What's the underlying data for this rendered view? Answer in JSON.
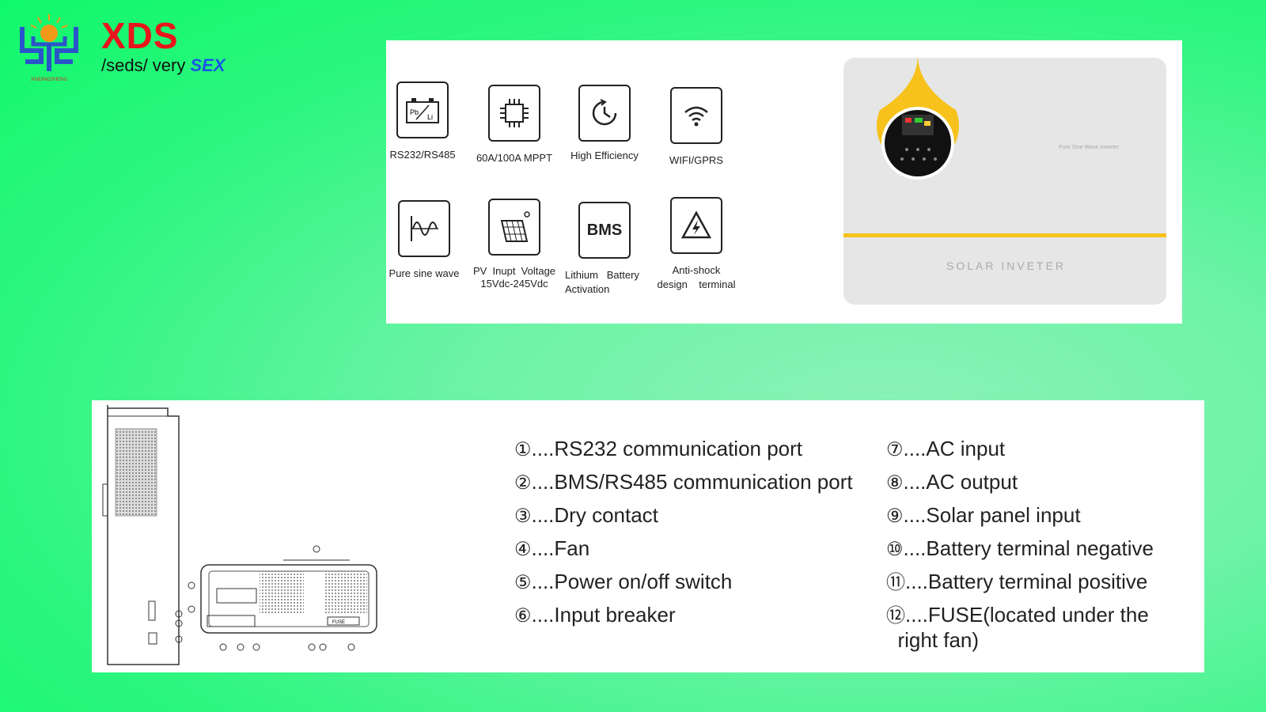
{
  "brand": {
    "name": "XDS",
    "tagline_plain": "/seds/ very ",
    "tagline_emph": "SEX",
    "logo_caption": "XINDINGSHENG"
  },
  "features": [
    {
      "icon": "battery-pb-li-icon",
      "label": "RS232/RS485"
    },
    {
      "icon": "chip-mppt-icon",
      "label": "60A/100A MPPT"
    },
    {
      "icon": "clock-efficiency-icon",
      "label": "High   Efficiency"
    },
    {
      "icon": "wifi-icon",
      "label": "WIFI/GPRS"
    },
    {
      "icon": "sine-wave-icon",
      "label": "Pure  sine  wave"
    },
    {
      "icon": "solar-panel-icon",
      "label": "PV  Inupt  Voltage\n15Vdc-245Vdc"
    },
    {
      "icon": "bms-icon",
      "label": "Lithium   Battery\nActivation",
      "icon_text": "BMS"
    },
    {
      "icon": "high-voltage-icon",
      "label": "Anti-shock\ndesign    terminal"
    }
  ],
  "inverter": {
    "name_label": "SOLAR  INVETER",
    "small_label": "Pure Sine Wave Inverter",
    "accent": "#f6c21b"
  },
  "ports_left": [
    {
      "num": "①",
      "text": "....RS232 communication port"
    },
    {
      "num": "②",
      "text": "....BMS/RS485 communication port"
    },
    {
      "num": "③",
      "text": "....Dry contact"
    },
    {
      "num": "④",
      "text": "....Fan"
    },
    {
      "num": "⑤",
      "text": "....Power on/off switch"
    },
    {
      "num": "⑥",
      "text": "....Input breaker"
    }
  ],
  "ports_right": [
    {
      "num": "⑦",
      "text": "....AC input"
    },
    {
      "num": "⑧",
      "text": "....AC output"
    },
    {
      "num": "⑨",
      "text": "....Solar panel input"
    },
    {
      "num": "⑩",
      "text": "....Battery terminal negative"
    },
    {
      "num": "⑪",
      "text": "....Battery terminal positive"
    },
    {
      "num": "⑫",
      "text": "....FUSE(located under the\n  right fan)"
    }
  ]
}
